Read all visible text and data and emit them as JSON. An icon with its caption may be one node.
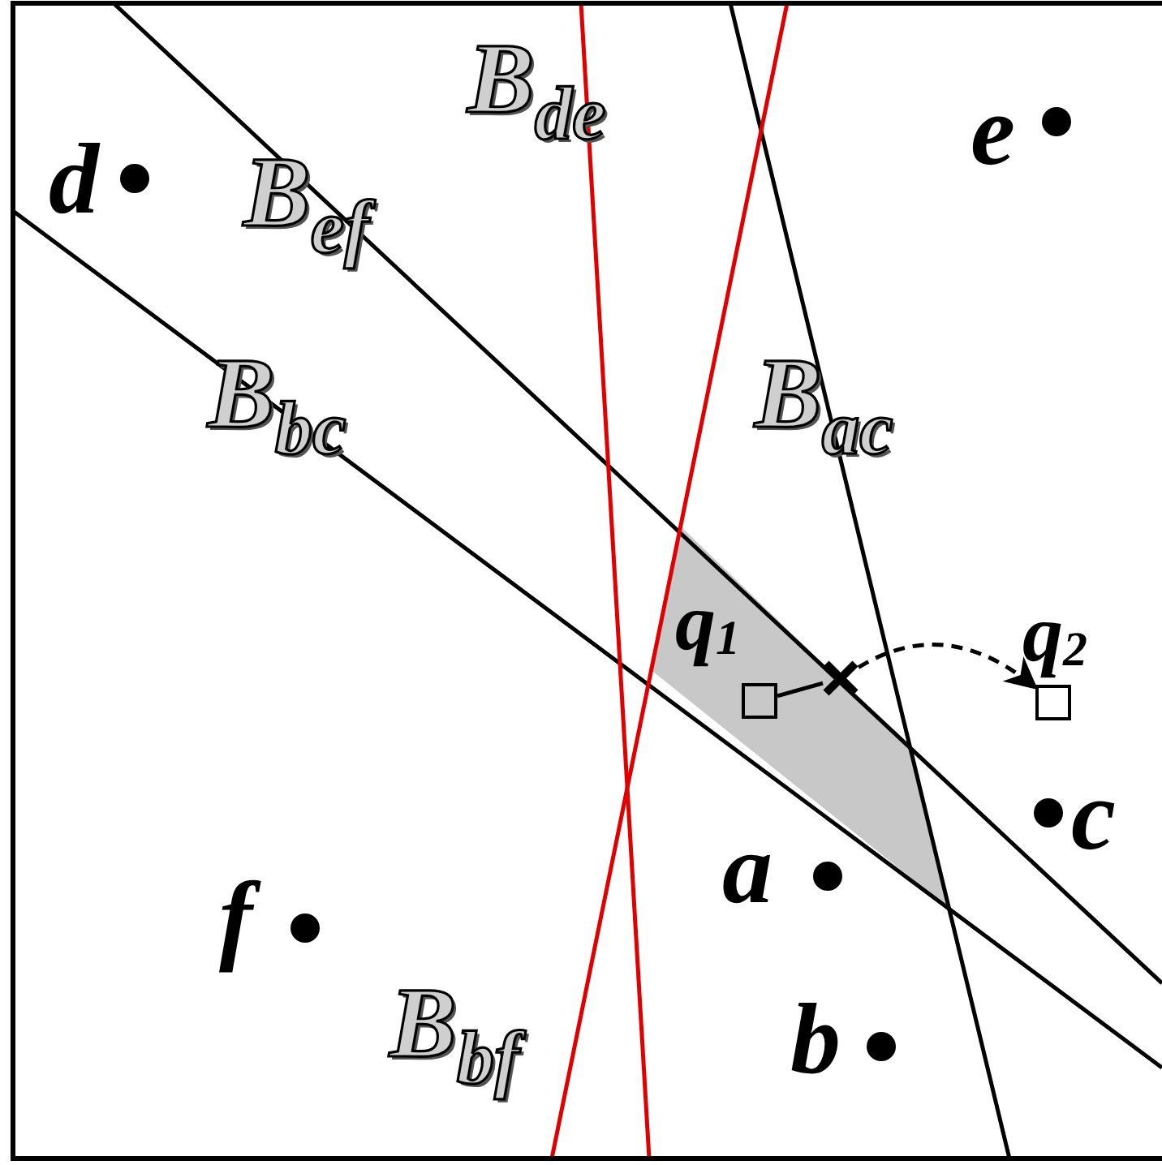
{
  "diagram": {
    "nodes": [
      {
        "text": [],
        "shape": "box",
        "beside": [
          "q$_{1}$"
        ]
      },
      {
        "text": [],
        "shape": "cross"
      },
      {
        "text": [],
        "shape": "box",
        "beside": [
          "q$_{2}$"
        ]
      }
    ],
    "edges": [
      {
        "from": 0,
        "to": 1,
        "arrow": "none"
      },
      {
        "from": 1,
        "to": 2,
        "arrow": "to",
        "style": "dashed"
      }
    ],
    "labels": [
      "B$_{de}$",
      "e",
      "d",
      "B$_{ef}$",
      "B$_{bc}$",
      "B$_{ac}$",
      "c",
      "a",
      "f",
      "b",
      "B$_{bf}$"
    ]
  }
}
